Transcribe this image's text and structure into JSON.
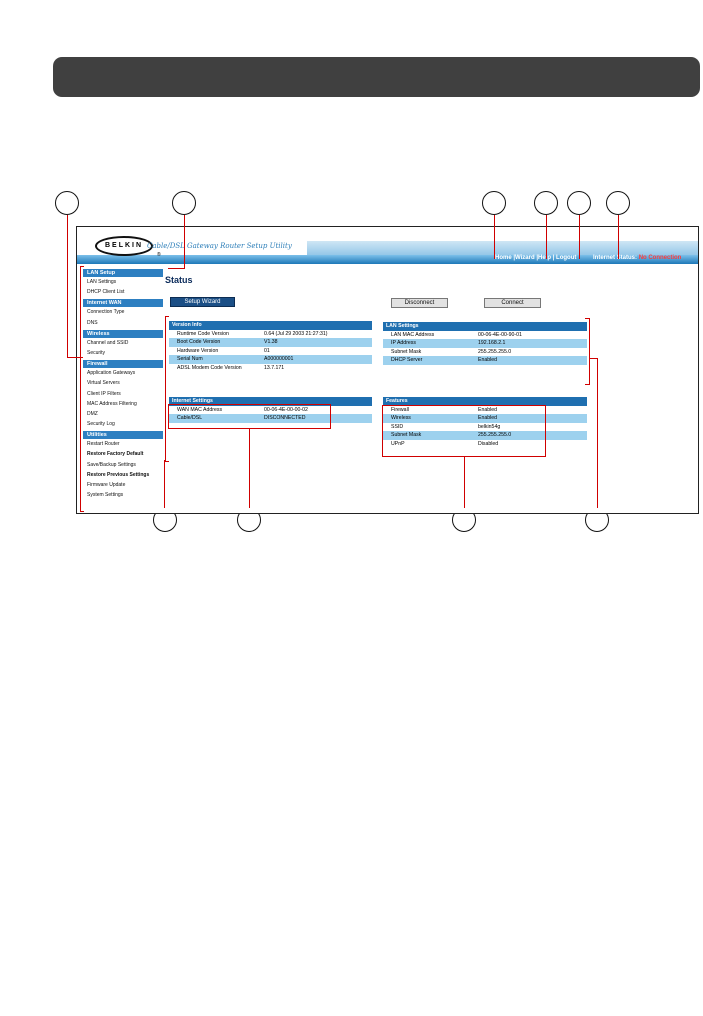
{
  "header": {
    "logo_text": "BELKIN",
    "logo_mark": "®",
    "utility_title": "Cable/DSL Gateway Router Setup Utility",
    "nav": [
      "Home",
      "Wizard",
      "Help",
      "Logout"
    ],
    "internet_status_label": "Internet Status:",
    "internet_status_value": "No Connection"
  },
  "sidebar": {
    "groups": [
      {
        "title": "LAN Setup",
        "items": [
          {
            "label": "LAN Settings",
            "bold": false
          },
          {
            "label": "DHCP Client List",
            "bold": false
          }
        ]
      },
      {
        "title": "Internet WAN",
        "items": [
          {
            "label": "Connection Type",
            "bold": false
          },
          {
            "label": "DNS",
            "bold": false
          }
        ]
      },
      {
        "title": "Wireless",
        "items": [
          {
            "label": "Channel and SSID",
            "bold": false
          },
          {
            "label": "Security",
            "bold": false
          }
        ]
      },
      {
        "title": "Firewall",
        "items": [
          {
            "label": "Application Gateways",
            "bold": false
          },
          {
            "label": "Virtual Servers",
            "bold": false
          },
          {
            "label": "Client IP Filters",
            "bold": false
          },
          {
            "label": "MAC Address Filtering",
            "bold": false
          },
          {
            "label": "DMZ",
            "bold": false
          },
          {
            "label": "Security Log",
            "bold": false
          }
        ]
      },
      {
        "title": "Utilities",
        "items": [
          {
            "label": "Restart Router",
            "bold": false
          },
          {
            "label": "Restore Factory Default",
            "bold": true
          },
          {
            "label": "Save/Backup Settings",
            "bold": false
          },
          {
            "label": "Restore Previous Settings",
            "bold": true
          },
          {
            "label": "Firmware Update",
            "bold": false
          },
          {
            "label": "System Settings",
            "bold": false
          }
        ]
      }
    ]
  },
  "main": {
    "title": "Status",
    "setup_wizard_button": "Setup Wizard",
    "disconnect_button": "Disconnect",
    "connect_button": "Connect",
    "version_info": {
      "title": "Version Info",
      "rows": [
        {
          "k": "Runtime Code Version",
          "v": "0.64 (Jul 29 2003 21:27:31)"
        },
        {
          "k": "Boot Code Version",
          "v": "V1.38"
        },
        {
          "k": "Hardware Version",
          "v": "01"
        },
        {
          "k": "Serial Num",
          "v": "A000000001"
        },
        {
          "k": "ADSL Modem Code Version",
          "v": "13.7.171"
        }
      ]
    },
    "lan_settings": {
      "title": "LAN Settings",
      "rows": [
        {
          "k": "LAN MAC Address",
          "v": "00-06-4E-00-90-01"
        },
        {
          "k": "IP Address",
          "v": "192.168.2.1"
        },
        {
          "k": "Subnet Mask",
          "v": "255.255.255.0"
        },
        {
          "k": "DHCP Server",
          "v": "Enabled"
        },
        {
          "k": "",
          "v": ""
        }
      ]
    },
    "internet_settings": {
      "title": "Internet Settings",
      "rows": [
        {
          "k": "WAN MAC Address",
          "v": "00-06-4E-00-00-02"
        },
        {
          "k": "Cable/DSL",
          "v": "DISCONNECTED"
        }
      ]
    },
    "features": {
      "title": "Features",
      "rows": [
        {
          "k": "Firewall",
          "v": "Enabled"
        },
        {
          "k": "Wireless",
          "v": "Enabled"
        },
        {
          "k": "SSID",
          "v": "belkin54g"
        },
        {
          "k": "Subnet Mask",
          "v": "255.255.255.0"
        },
        {
          "k": "UPnP",
          "v": "Disabled"
        }
      ]
    }
  },
  "colors": {
    "accent": "#1f6fb0",
    "row_alt": "#9dd1ee",
    "leader": "#d00000"
  }
}
